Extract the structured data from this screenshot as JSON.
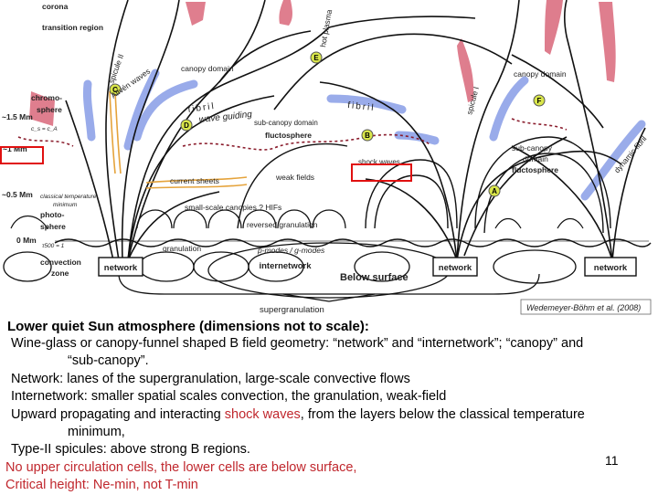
{
  "figure": {
    "side_labels": [
      "corona",
      "transition region",
      "chromo-",
      "sphere",
      "~1.5 Mm",
      "~1 Mm",
      "~0.5 Mm",
      "photo-",
      "sphere",
      "0 Mm",
      "convection",
      "zone"
    ],
    "region_labels": {
      "canopy_domain_left": "canopy domain",
      "canopy_domain_right": "canopy domain",
      "sub_canopy_domain": "sub-canopy domain",
      "fluctosphere": "fluctosphere",
      "sub_canopy_right_1": "sub-canopy",
      "sub_canopy_right_2": "domain",
      "fluctosphere_right": "fluctosphere",
      "fibril_left": "fibril",
      "fibril_mid": "fibril",
      "wave_guiding": "wave guiding",
      "current_sheets": "current sheets",
      "weak_fields": "weak fields",
      "shock_waves": "shock waves",
      "small_scale_canopies": "small-scale canopies ? HIFs",
      "reversed_granulation": "reversed granulation",
      "granulation": "granulation",
      "p_modes": "p-modes / g-modes",
      "classical_temp_1": "classical temperature",
      "classical_temp_2": "minimum",
      "tau_500": "τ500 = 1",
      "cs_ca": "c_s = c_A",
      "spicule_ii": "spicule II",
      "alfven_waves": "Alfvén waves",
      "hot_plasma": "hot plasma",
      "spicule_i": "spicule I",
      "dynamic_fibril": "dynamic fibril"
    },
    "boxes": {
      "network_1": "network",
      "internetwork": "internetwork",
      "network_2": "network",
      "network_3": "network"
    },
    "bottom_labels": {
      "supergranulation": "supergranulation",
      "below_surface": "Below surface",
      "citation": "Wedemeyer-Böhm et al. (2008)"
    },
    "markers": [
      "A",
      "B",
      "C",
      "D",
      "E",
      "F"
    ]
  },
  "caption": {
    "title": "Lower quiet Sun atmosphere (dimensions not to scale):",
    "bullets": [
      {
        "line1": "Wine-glass or canopy-funnel shaped B field geometry: “network” and “internetwork”; “canopy” and",
        "line2": "“sub-canopy”."
      },
      {
        "line1": "Network: lanes of the supergranulation, large-scale convective flows"
      },
      {
        "line1": "Internetwork: smaller spatial scales convection, the granulation, weak-field"
      },
      {
        "pre": "Upward propagating and interacting ",
        "highlight": "shock waves",
        "post": ", from the layers below the classical temperature",
        "line2": "minimum,"
      },
      {
        "line1": "Type-II spicules: above strong B regions."
      }
    ],
    "red_line_1": "No upper circulation cells, the lower cells are below surface,",
    "red_line_2": "Critical height: Ne-min, not T-min"
  },
  "page_number": "11",
  "colors": {
    "highlight": "#e01010",
    "caption_red": "#c0272d",
    "field_red": "#d9677a",
    "field_blue": "#8fa3e8",
    "marker": "#d9e64a"
  }
}
